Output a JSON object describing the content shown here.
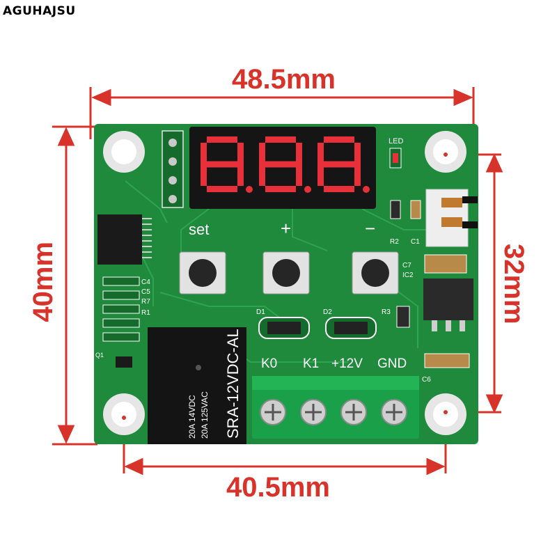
{
  "brand": "AGUHAJSU",
  "dimensions": {
    "top_width": "48.5mm",
    "left_height": "40mm",
    "right_height": "32mm",
    "bottom_width": "40.5mm"
  },
  "board": {
    "button_labels": {
      "set": "set",
      "plus": "+",
      "minus": "−"
    },
    "display_chars": [
      "8",
      "8",
      "8"
    ],
    "terminal_labels": [
      "K0",
      "K1",
      "+12V",
      "GND"
    ],
    "relay_text": {
      "model": "SRA-12VDC-AL",
      "rating1": "20A 14VDC",
      "rating2": "20A 125VAC"
    },
    "components": {
      "led": "LED",
      "r2": "R2",
      "c1": "C1",
      "c7": "C7",
      "ic2": "IC2",
      "d1": "D1",
      "d2": "D2",
      "r3": "R3",
      "c4": "C4",
      "c5": "C5",
      "r7": "R7",
      "r1": "R1",
      "q1": "Q1",
      "c6": "C6"
    }
  },
  "colors": {
    "pcb": "#1f8a3c",
    "pcb_dark": "#156b2c",
    "dimension": "#d8332a",
    "terminal_block": "#1ba04a",
    "display_digit": "#e8303a"
  }
}
